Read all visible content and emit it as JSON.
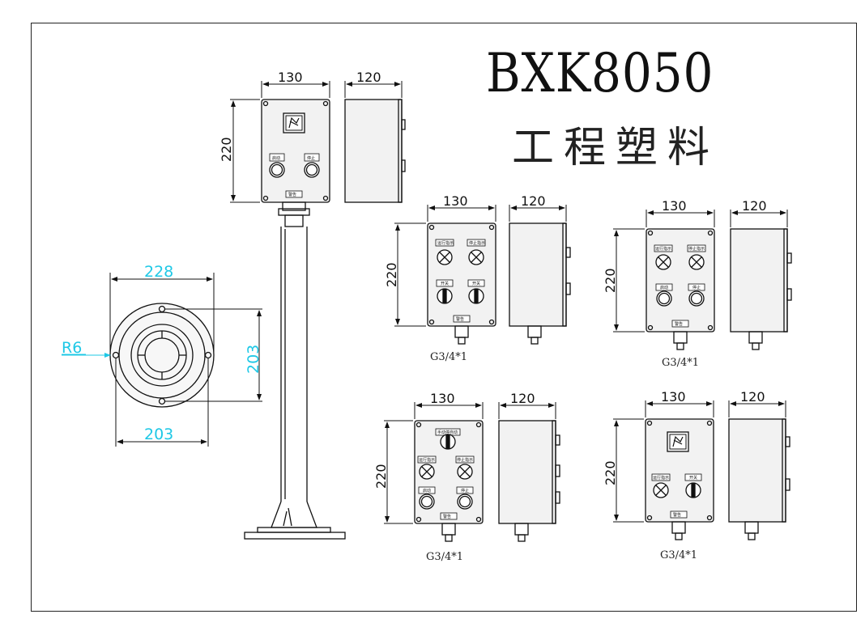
{
  "title": {
    "model": "BXK8050",
    "material": "工程塑料"
  },
  "dims": {
    "w": "130",
    "d": "120",
    "h": "220"
  },
  "base": {
    "outer": "228",
    "hole": "203",
    "hole_v": "203",
    "radius": "R6"
  },
  "thread": "G3/4*1",
  "labels": {
    "start": "启动",
    "stop": "停止",
    "run_ind": "运行指示",
    "stop_ind": "停止指示",
    "onoff": "开关",
    "warn": "警告",
    "mode": "手动停自动"
  },
  "colors": {
    "line": "#111111",
    "dim_cyan": "#1ec8e6"
  }
}
